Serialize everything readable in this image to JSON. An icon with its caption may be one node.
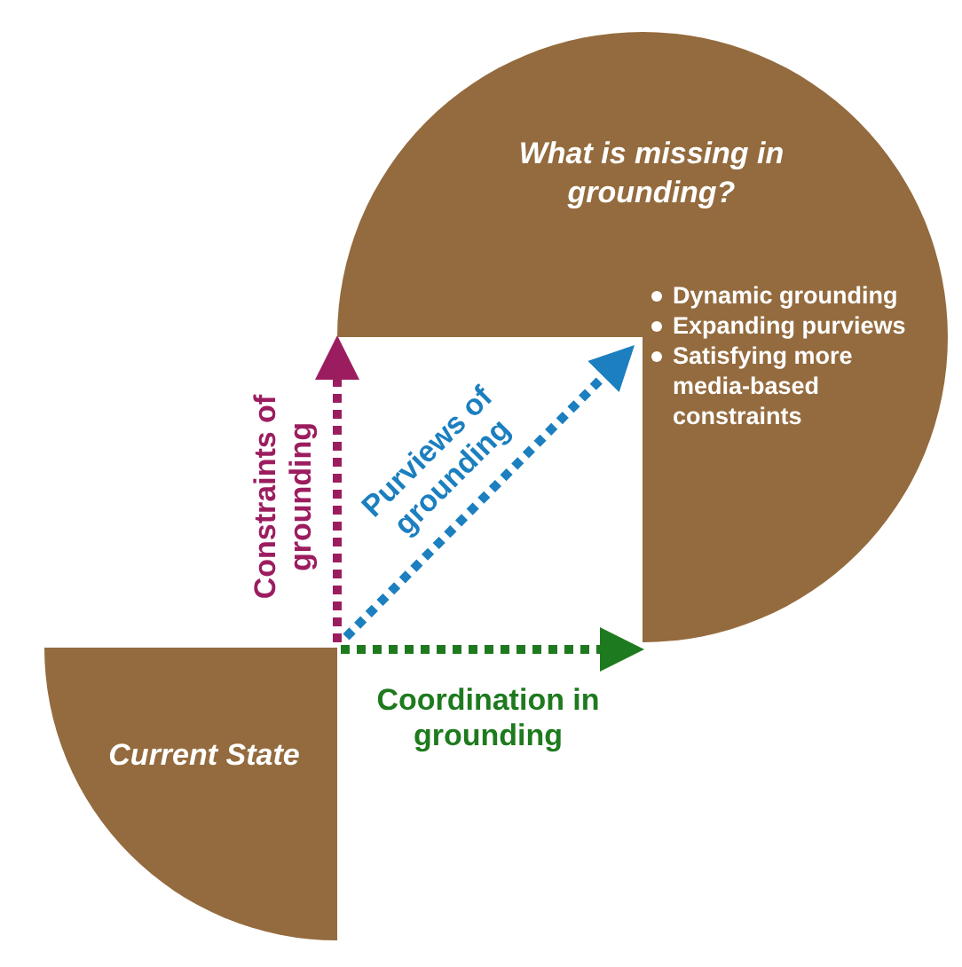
{
  "diagram": {
    "nodes": [
      {
        "text": [
          "Current State"
        ]
      },
      {
        "text": [
          "What is missing in grounding?",
          "Dynamic grounding",
          "Expanding purviews",
          "Satisfying more media-based constraints"
        ]
      }
    ],
    "edges": [
      {
        "from": 0,
        "to": 1,
        "arrow": "to",
        "label": "Constraints of grounding",
        "color": "#9c1d5f"
      },
      {
        "from": 0,
        "to": 1,
        "arrow": "to",
        "label": "Purviews of grounding",
        "color": "#1b7fc0"
      },
      {
        "from": 0,
        "to": 1,
        "arrow": "to",
        "label": "Coordination in grounding",
        "color": "#1e7a1e"
      }
    ]
  }
}
